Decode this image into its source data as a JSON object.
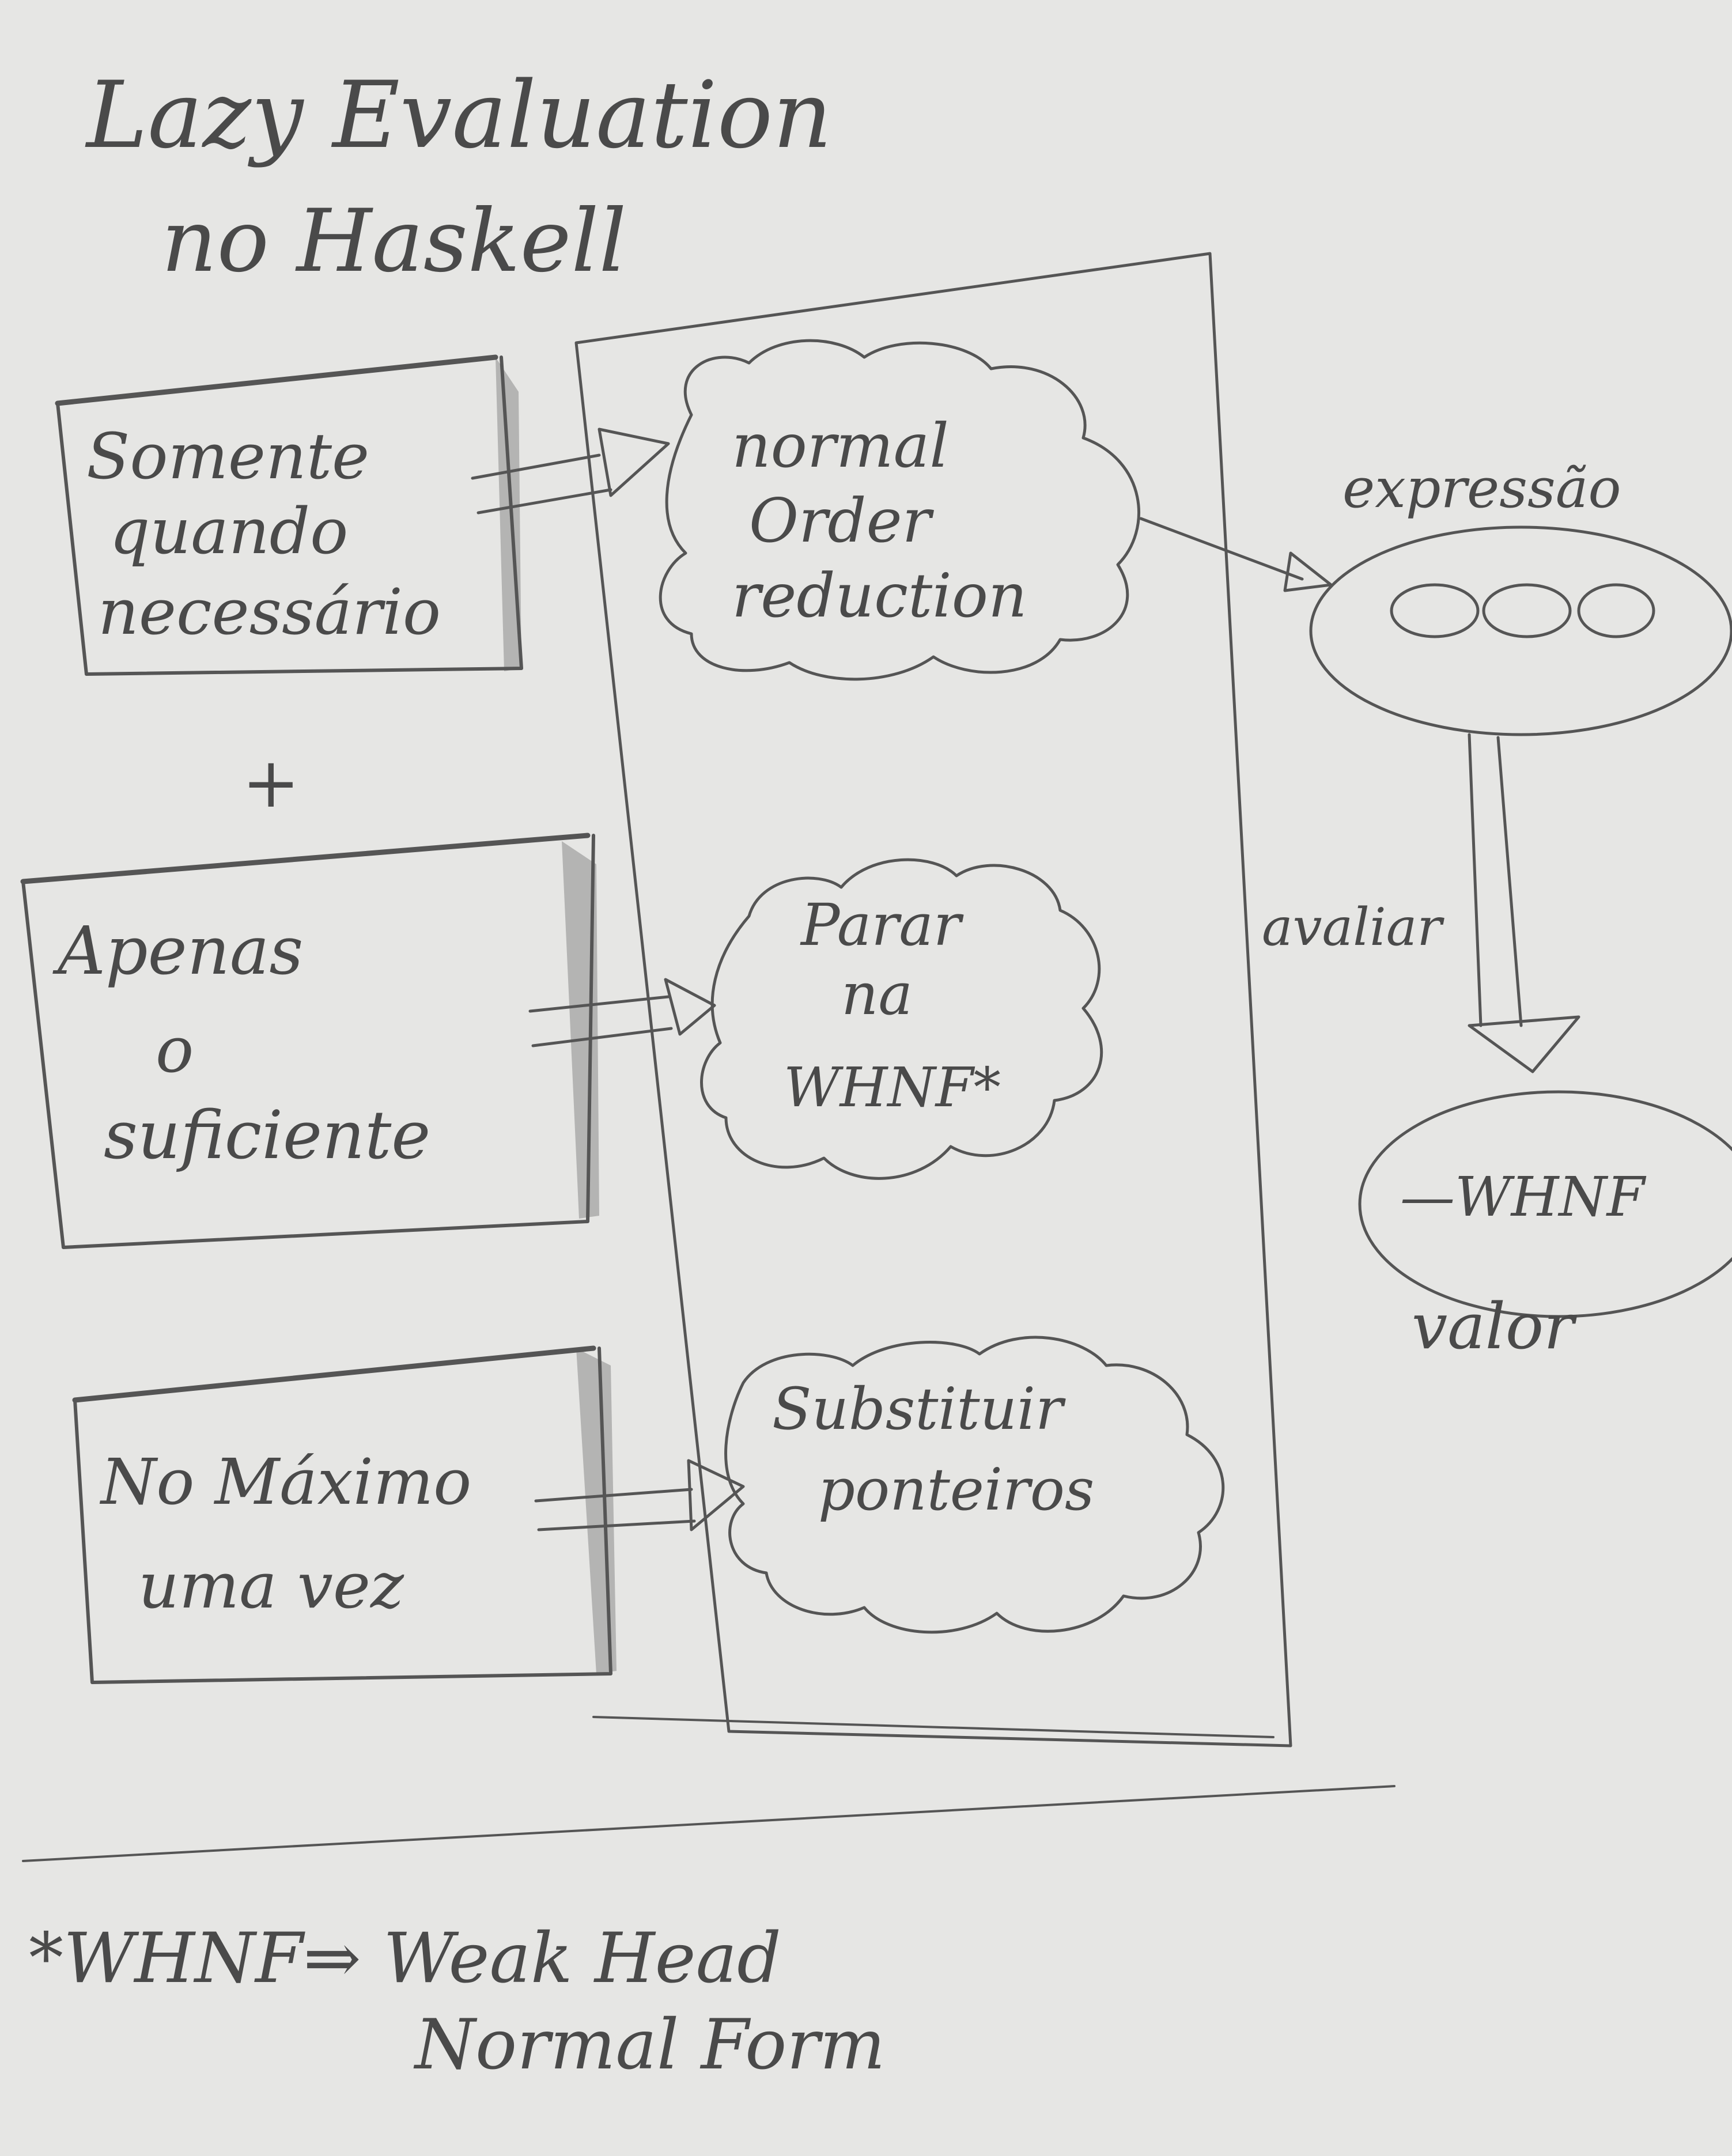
{
  "title": {
    "line1": "Lazy Evaluation",
    "line2": "no Haskell"
  },
  "principles": [
    {
      "lines": [
        "Somente",
        "quando",
        "necessário"
      ]
    },
    {
      "lines": [
        "Apenas",
        "o",
        "suficiente"
      ]
    },
    {
      "lines": [
        "No Máximo",
        "uma vez"
      ]
    }
  ],
  "plus": "+",
  "strategies": [
    {
      "lines": [
        "normal",
        "Order",
        "reduction"
      ]
    },
    {
      "lines": [
        "Parar",
        "na",
        "WHNF*"
      ]
    },
    {
      "lines": [
        "Substituir",
        "ponteiros"
      ]
    }
  ],
  "expression": {
    "label": "expressão",
    "content": "OOO"
  },
  "evaluate_label": "avaliar",
  "result": {
    "content": "—WHNF",
    "label": "valor"
  },
  "footnote": {
    "line1": "*WHNF⇒ Weak Head",
    "line2": "Normal Form"
  }
}
